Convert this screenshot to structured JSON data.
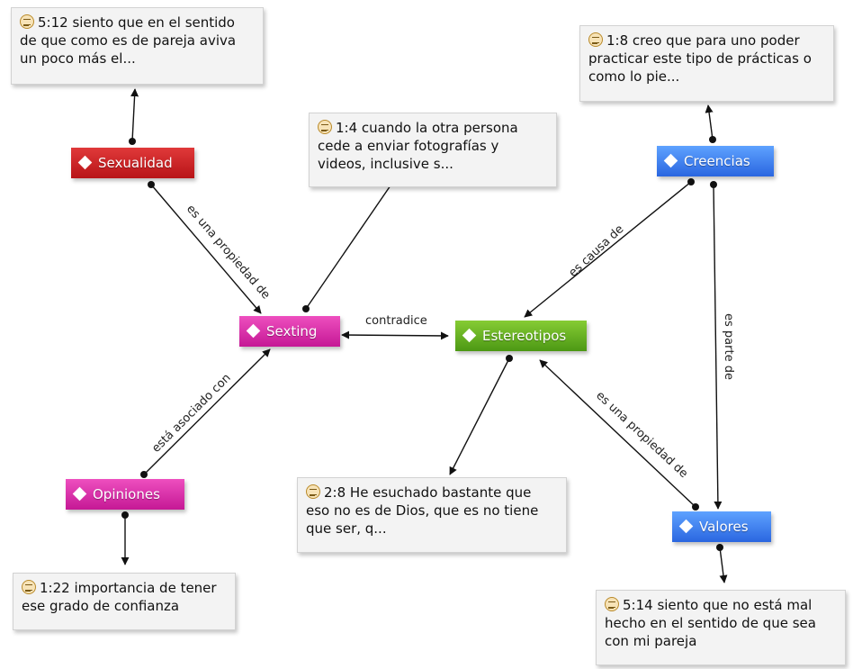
{
  "codes": {
    "sexualidad": "Sexualidad",
    "sexting": "Sexting",
    "opiniones": "Opiniones",
    "estereotipos": "Estereotipos",
    "creencias": "Creencias",
    "valores": "Valores"
  },
  "quotes": {
    "q_5_12": "5:12 siento que en el sentido de que como es de pareja aviva un poco más el...",
    "q_1_4": "1:4 cuando la otra persona cede a enviar fotografías y videos, inclusive s...",
    "q_1_8": "1:8 creo que para uno poder practicar este tipo de prácticas o como lo pie...",
    "q_2_8": "2:8 He esuchado bastante que eso no es de Dios, que es no tiene que ser, q...",
    "q_1_22": "1:22 importancia de tener ese grado de confianza",
    "q_5_14": "5:14 siento que no está mal hecho en el sentido de que sea con mi pareja"
  },
  "relations": {
    "es_propiedad": "es una propiedad de",
    "contradice": "contradice",
    "asociado": "está asociado con",
    "causa": "es causa de",
    "parte": "es parte de",
    "propiedad2": "es una propiedad de"
  },
  "colors": {
    "sexualidad": "#d0262a",
    "sexting": "#de33ad",
    "opiniones": "#de33ad",
    "estereotipos": "#69b424",
    "creencias": "#4287f5",
    "valores": "#4287f5"
  }
}
